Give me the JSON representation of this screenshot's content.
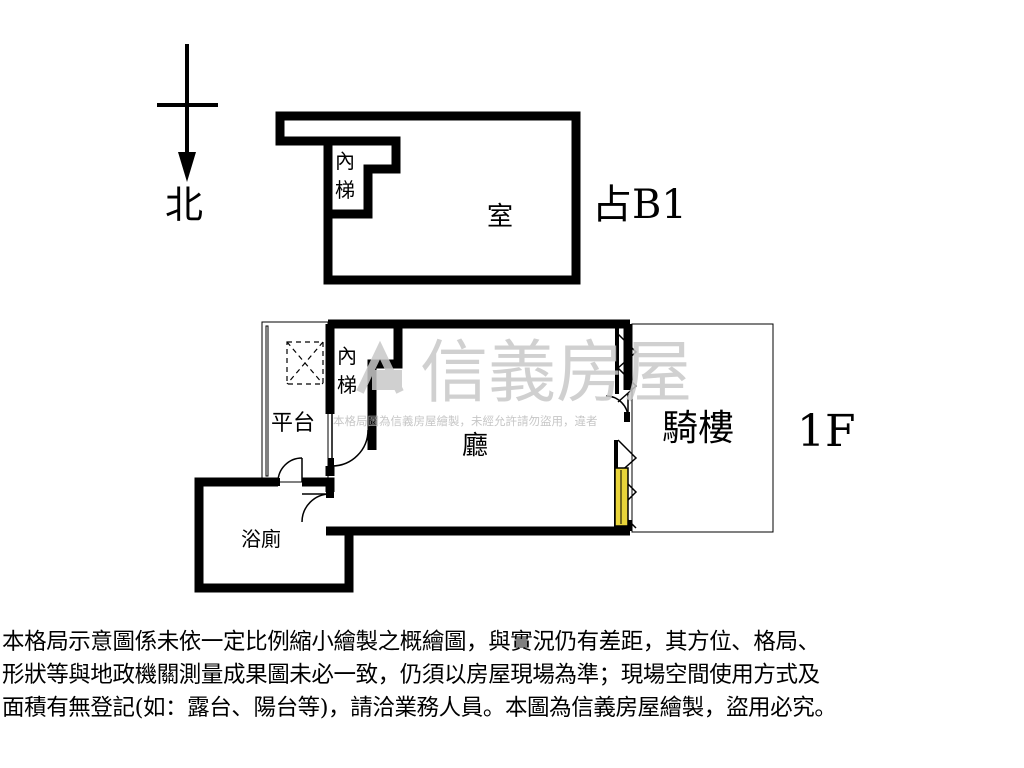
{
  "compass": {
    "label": "北"
  },
  "b1": {
    "floor_label": "占B1",
    "stair_label": "內\n梯",
    "room_label": "室"
  },
  "f1": {
    "floor_label": "1F",
    "stair_label": "內\n梯",
    "hall_label": "廳",
    "platform_label": "平台",
    "bath_label": "浴廁",
    "arcade_label": "騎樓"
  },
  "watermark": {
    "brand": "信義房屋",
    "notice": "本格局圖為信義房屋繪製，未經允許請勿盜用，違者"
  },
  "colors": {
    "wall": "#000000",
    "door_panel": "#e8d43a",
    "watermark": "#c8c8c8"
  },
  "disclaimer": "本格局示意圖係未依一定比例縮小繪製之概繪圖，與實況仍有差距，其方位、格局、\n形狀等與地政機關測量成果圖未必一致，仍須以房屋現場為準；現場空間使用方式及\n面積有無登記(如：露台、陽台等)，請洽業務人員。本圖為信義房屋繪製，盜用必究。"
}
